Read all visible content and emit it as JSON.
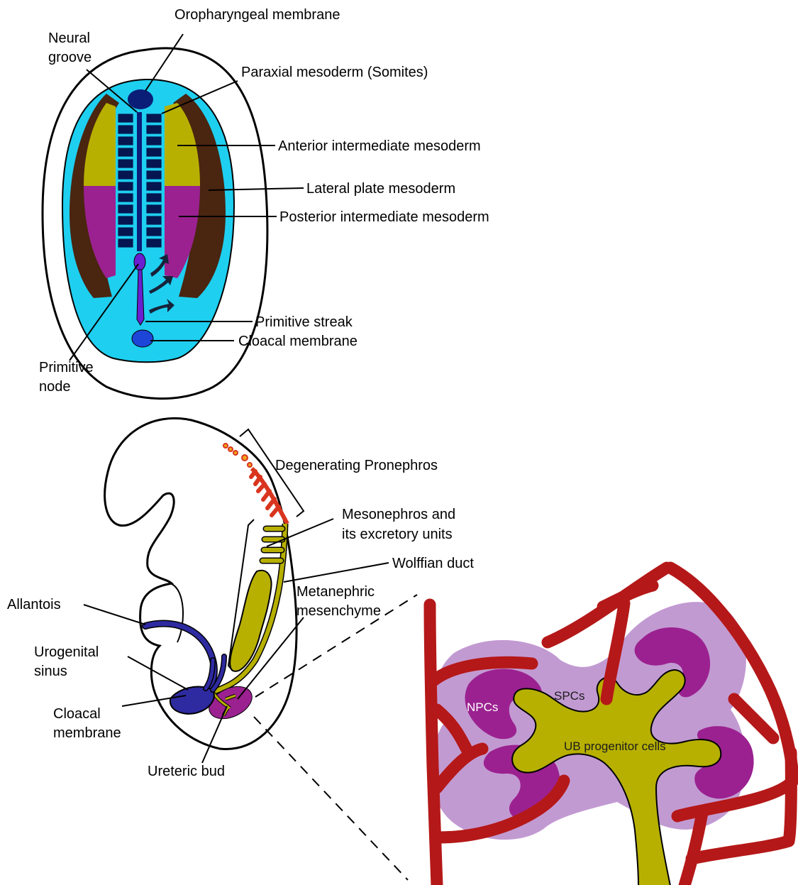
{
  "colors": {
    "embryo_disc": "#1ecff0",
    "anterior_intermediate": "#b7b000",
    "posterior_intermediate": "#9b2190",
    "lateral_plate": "#4a2510",
    "somite": "#051650",
    "membrane": "#0a1e78",
    "cloacal": "#1d45d8",
    "streak": "#6a1fd0",
    "mesonephros": "#b7b000",
    "pronephros": "#d9351e",
    "pronephros_fill": "#f0a51c",
    "urogenital": "#2e2aa0",
    "metanephric": "#9b2190",
    "vessel": "#b51818",
    "mesenchyme_halo": "#c29ad2",
    "npc": "#9b2190",
    "ub": "#b7b000"
  },
  "labels": {
    "oropharyngeal": "Oropharyngeal membrane",
    "neural_groove_1": "Neural",
    "neural_groove_2": "groove",
    "paraxial": "Paraxial mesoderm (Somites)",
    "anterior_im": "Anterior intermediate mesoderm",
    "lateral_plate": "Lateral plate mesoderm",
    "posterior_im": "Posterior intermediate mesoderm",
    "primitive_streak": "Primitive streak",
    "cloacal_membrane_top": "Cloacal membrane",
    "primitive_node_1": "Primitive",
    "primitive_node_2": "node",
    "pronephros": "Degenerating Pronephros",
    "mesonephros_1": "Mesonephros and",
    "mesonephros_2": "its excretory units",
    "wolffian": "Wolffian duct",
    "metanephric_1": "Metanephric",
    "metanephric_2": "mesenchyme",
    "allantois": "Allantois",
    "urogenital_1": "Urogenital",
    "urogenital_2": "sinus",
    "cloacal_bottom_1": "Cloacal",
    "cloacal_bottom_2": "membrane",
    "ureteric_bud": "Ureteric bud",
    "npcs": "NPCs",
    "spcs": "SPCs",
    "ub_progenitor": "UB progenitor cells"
  }
}
